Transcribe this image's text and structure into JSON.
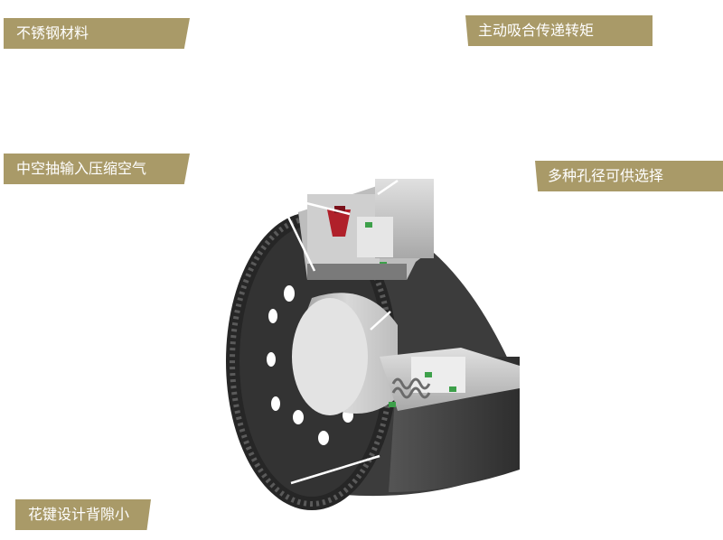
{
  "colors": {
    "label_bg": "#a99a68",
    "label_text": "#ffffff",
    "callout_line": "#ffffff",
    "body_dark": "#3a3a3a",
    "steel": "#c9c9c9",
    "seal_green": "#3da04a",
    "port_red": "#b0202a"
  },
  "labels": {
    "stainless": "不锈钢材料",
    "torque": "主动吸合传递转矩",
    "hollow_shaft": "中空抽输入压缩空气",
    "bore_options": "多种孔径可供选择",
    "spline": "花键设计背隙小"
  }
}
